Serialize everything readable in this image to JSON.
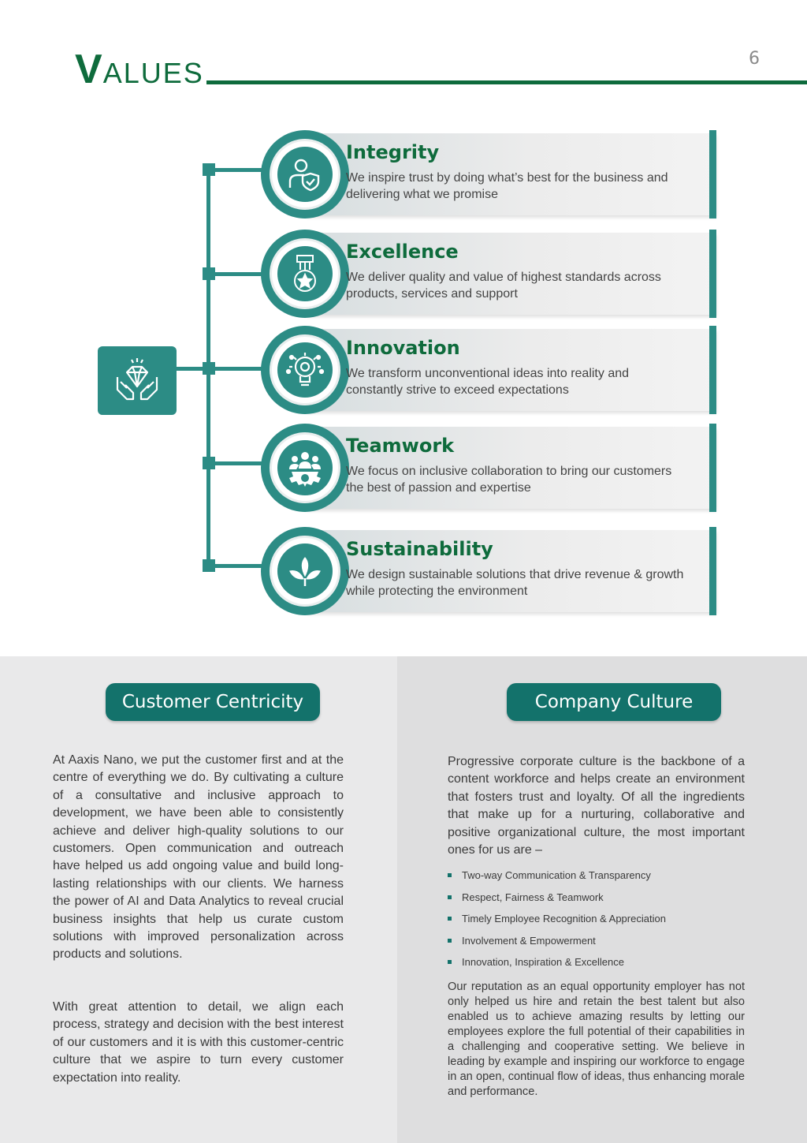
{
  "header": {
    "title_first": "V",
    "title_rest": "ALUES",
    "page_number": "6"
  },
  "hub": {
    "icon": "diamond-hands-icon"
  },
  "values": [
    {
      "heading": "Integrity",
      "desc": "We inspire trust by doing what’s best for the business and delivering what we promise",
      "icon": "person-shield-icon"
    },
    {
      "heading": "Excellence",
      "desc": "We deliver quality and value of highest standards across products, services and support",
      "icon": "medal-icon"
    },
    {
      "heading": "Innovation",
      "desc": "We transform unconventional ideas into reality and constantly strive to exceed expectations",
      "icon": "lightbulb-gear-icon"
    },
    {
      "heading": "Teamwork",
      "desc": "We focus on inclusive collaboration to bring our customers the best of passion and expertise",
      "icon": "team-gear-icon"
    },
    {
      "heading": "Sustainability",
      "desc": "We design sustainable solutions that drive revenue & growth while protecting the environment",
      "icon": "leaves-icon"
    }
  ],
  "customer_centricity": {
    "label": "Customer Centricity",
    "para1": "At Aaxis Nano, we put the customer first and at the centre of everything we do. By cultivating a culture of a consultative and inclusive approach to development, we have been able to consistently achieve and deliver high-quality solutions to our customers. Open communication and outreach have helped us add ongoing value and build long-lasting relationships with our clients. We harness the power of AI and Data Analytics to reveal crucial business insights that help us curate custom solutions with improved personalization across products and solutions.",
    "para2": "With great attention to detail, we align each process, strategy and decision with the best interest of our customers and it is with this customer-centric culture that we aspire to turn every customer expectation into reality."
  },
  "company_culture": {
    "label": "Company Culture",
    "intro": "Progressive corporate culture is the backbone of a content workforce and helps create an environment that fosters trust and loyalty. Of all the ingredients that make up for a nurturing, collaborative and positive organizational culture, the most important ones for us are –",
    "bullets": [
      "Two-way Communication & Transparency",
      "Respect, Fairness & Teamwork",
      "Timely Employee Recognition & Appreciation",
      "Involvement & Empowerment",
      "Innovation, Inspiration & Excellence"
    ],
    "closing": "Our reputation as an equal opportunity employer has not only helped us hire and retain the best talent but also enabled us to achieve amazing results by letting our employees explore the full potential of their capabilities in a challenging and cooperative setting. We believe in leading by example and inspiring our workforce to engage in an open, continual flow of ideas, thus enhancing morale and performance."
  },
  "colors": {
    "brand_green": "#0e6b3c",
    "teal": "#2c8c85",
    "pill_teal": "#13726b"
  }
}
